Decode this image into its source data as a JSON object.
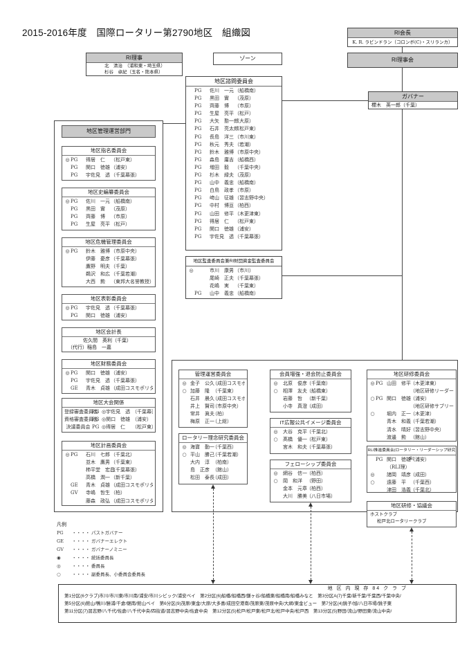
{
  "title": "2015-2016年度　国際ロータリー第2790地区　組織図",
  "ri_president": {
    "header": "RI会長",
    "name": "K. R. ラビンドラン（コロンボ(C)・スリランカ）"
  },
  "ri_board": {
    "label": "RI理事会"
  },
  "ri_director": {
    "header": "RI理事",
    "lines": [
      "北　清治　（浦和東・埼玉県）",
      "杉谷　卓紀（玉名・熊本県）"
    ]
  },
  "zone": {
    "label": "ゾーン"
  },
  "governor": {
    "header": "ガバナー",
    "line": "櫻木　英一郎（千葉）"
  },
  "advisory": {
    "header": "地区諮問委員会",
    "rows": [
      [
        "",
        "PG",
        "佐川　一元",
        "（船橋南）"
      ],
      [
        "",
        "PG",
        "黒田　實",
        "（茂原）"
      ],
      [
        "",
        "PG",
        "齊藤　博",
        "（市原）"
      ],
      [
        "",
        "PG",
        "生屋　亮平",
        "（松戸）"
      ],
      [
        "",
        "PG",
        "大矢　懃一郎",
        "（大原）"
      ],
      [
        "",
        "PG",
        "石井　亮太郎",
        "（松戸東）"
      ],
      [
        "",
        "PG",
        "長島　洋三",
        "（市川東）"
      ],
      [
        "",
        "PG",
        "秋元　秀夫",
        "（若潮）"
      ],
      [
        "",
        "PG",
        "鈴木　雅博",
        "（市原中央）"
      ],
      [
        "",
        "PG",
        "森島　庸吉",
        "（船橋西）"
      ],
      [
        "",
        "PG",
        "増田　毅",
        "（千葉中央）"
      ],
      [
        "",
        "PG",
        "杉木　緑夫",
        "（茂原）"
      ],
      [
        "",
        "PG",
        "山中　義忠",
        "（船橋南）"
      ],
      [
        "",
        "PG",
        "白鳥　政孝",
        "（市原）"
      ],
      [
        "",
        "PG",
        "﨑山　征雄",
        "（習志野中央）"
      ],
      [
        "",
        "PG",
        "中村　博亘",
        "（柏西）"
      ],
      [
        "",
        "PG",
        "山田　修平",
        "（木更津東）"
      ],
      [
        "",
        "PG",
        "得居　仁",
        "（松戸東）"
      ],
      [
        "",
        "PG",
        "関口　徳雄",
        "（浦安）"
      ],
      [
        "",
        "PG",
        "宇佐見　透",
        "（千葉幕張）"
      ]
    ]
  },
  "audit": {
    "header": "地区監査委員会兼RI財団資金監査委員会",
    "rows": [
      [
        "◎",
        "",
        "市川　康男",
        "（市川）"
      ],
      [
        "",
        "",
        "尾崎　正夫",
        "（千葉幕張）"
      ],
      [
        "",
        "",
        "花嶋　実",
        "（千葉東）"
      ],
      [
        "",
        "PG",
        "山中　義忠",
        "（船橋南）"
      ]
    ]
  },
  "mgmt": {
    "header": "地区管理運営部門",
    "nomination": {
      "header": "地区指名委員会",
      "rows": [
        [
          "◎",
          "PG",
          "得居　仁",
          "（松戸東）"
        ],
        [
          "",
          "PG",
          "関口　徳雄",
          "（浦安）"
        ],
        [
          "",
          "PG",
          "宇佐見　透",
          "（千葉幕張）"
        ]
      ]
    },
    "history": {
      "header": "地区史編纂委員会",
      "rows": [
        [
          "◎",
          "PG",
          "佐川　一元",
          "（船橋南）"
        ],
        [
          "",
          "PG",
          "黒田　實",
          "（茂原）"
        ],
        [
          "",
          "PG",
          "齊藤　博",
          "（市原）"
        ],
        [
          "",
          "PG",
          "生屋　亮平",
          "（松戸）"
        ]
      ]
    },
    "crisis": {
      "header": "地区危機管理委員会",
      "rows": [
        [
          "◎",
          "PG",
          "鈴木　雅博",
          "（市原中央）"
        ],
        [
          "",
          "",
          "伊藤　憂彦",
          "（千葉幕張）"
        ],
        [
          "",
          "",
          "鷹野　明夫",
          "（千葉）"
        ],
        [
          "",
          "",
          "鵜沢　和広",
          "（千葉若潮）"
        ],
        [
          "",
          "",
          "大西　勲",
          "（東邦大名誉教授）"
        ]
      ]
    },
    "commend": {
      "header": "地区表彰委員会",
      "rows": [
        [
          "◎",
          "PG",
          "宇佐見　透",
          "（千葉幕張）"
        ],
        [
          "",
          "PG",
          "関口　徳雄",
          "（浦安）"
        ]
      ]
    },
    "accountant": {
      "header": "地区会計長",
      "lines": [
        "佐久間　英利（千葉）",
        "（代行）稲島　一嘉"
      ]
    },
    "finance": {
      "header": "地区財務委員会",
      "rows": [
        [
          "◎",
          "PG",
          "関口　徳雄",
          "（浦安）"
        ],
        [
          "",
          "PG",
          "宇佐見　透",
          "（千葉幕張）"
        ],
        [
          "",
          "GE",
          "青木　貞雄",
          "（成田コスモポリタン）"
        ]
      ]
    },
    "conference": {
      "header": "地区大会関係",
      "rows": [
        [
          "登録審査委員会",
          "PG",
          "◎宇佐見　透",
          "（千葉幕張）"
        ],
        [
          "資格審査委員会",
          "PG",
          "◎関口　徳雄",
          "（浦安）"
        ],
        [
          "決議委員会",
          "PG",
          "◎得居　仁",
          "（松戸東）"
        ]
      ]
    },
    "planning": {
      "header": "地区計画委員会",
      "rows": [
        [
          "◎",
          "PG",
          "石川　七郎",
          "（千葉北）"
        ],
        [
          "",
          "",
          "並木　鷹男",
          "（千葉東）"
        ],
        [
          "",
          "",
          "柿平堂　宏昌",
          "（千葉幕張）"
        ],
        [
          "",
          "",
          "高橋　潤一",
          "（新千葉）"
        ],
        [
          "",
          "GE",
          "青木　貞雄",
          "（成田コスモポリタン）"
        ],
        [
          "",
          "GV",
          "寺嶋　哲生",
          "（柏）"
        ],
        [
          "",
          "",
          "藤森　政弘",
          "（成田コスモポリタン）"
        ]
      ]
    }
  },
  "legend": {
    "title": "凡例",
    "rows": [
      [
        "PG",
        "・・・・",
        "パストガバナー"
      ],
      [
        "GE",
        "・・・・",
        "ガバナーエレクト"
      ],
      [
        "GV",
        "・・・・",
        "ガバナーノミニー"
      ],
      [
        "◉",
        "・・・・",
        "統括委員長"
      ],
      [
        "◎",
        "・・・・",
        "委員長"
      ],
      [
        "○",
        "・・・・",
        "副委員長、小委員会委員長"
      ]
    ]
  },
  "admin_comm": {
    "header": "管理運営委員会",
    "rows": [
      [
        "◎",
        "",
        "金子　公久",
        "（成田コスモポリタン）"
      ],
      [
        "○",
        "",
        "加藤　隆",
        "（千葉東）"
      ],
      [
        "",
        "",
        "石井　晨久",
        "（成田コスモポリタン）"
      ],
      [
        "",
        "",
        "井上　賢司",
        "（市原中央）"
      ],
      [
        "",
        "",
        "常井　眞夫",
        "（柏）"
      ],
      [
        "",
        "",
        "梅原　正一",
        "（上総）"
      ]
    ]
  },
  "philosophy": {
    "header": "ロータリー理念研究委員会",
    "rows": [
      [
        "◎",
        "",
        "海寶　勤一",
        "（千葉西）"
      ],
      [
        "○",
        "",
        "平山　勝己",
        "（千葉若潮）"
      ],
      [
        "",
        "",
        "大内　淳",
        "（柏南）"
      ],
      [
        "",
        "",
        "島　正彦",
        "（館山）"
      ],
      [
        "",
        "",
        "松田　泰長",
        "（成田）"
      ]
    ]
  },
  "membership": {
    "header": "会員増強・退会防止委員会",
    "rows": [
      [
        "◎",
        "",
        "北原　俊彦",
        "（千葉南）"
      ],
      [
        "○",
        "",
        "相澤　友夫",
        "（船橋東）"
      ],
      [
        "",
        "",
        "岩藤　哲",
        "（新千葉）"
      ],
      [
        "",
        "",
        "小寺　真澄",
        "（成田）"
      ]
    ]
  },
  "it_pr": {
    "header": "IT広報公共イメージ委員会",
    "rows": [
      [
        "◎",
        "",
        "大谷　克平",
        "（千葉北）"
      ],
      [
        "○",
        "",
        "髙橋　優一",
        "（松戸東）"
      ],
      [
        "",
        "",
        "宮木　和夫",
        "（千葉幕張）"
      ]
    ]
  },
  "fellowship": {
    "header": "フェローシップ委員会",
    "rows": [
      [
        "◎",
        "",
        "網谷　信一",
        "（柏西）"
      ],
      [
        "○",
        "",
        "岡　和洋",
        "（野田）"
      ],
      [
        "",
        "",
        "金本　元章",
        "（柏西）"
      ],
      [
        "",
        "",
        "大川　勝美",
        "（八日市場）"
      ]
    ]
  },
  "training": {
    "header": "地区研修委員会",
    "rows": [
      [
        "◎",
        "PG",
        "山田　修平",
        "（木更津東）"
      ],
      [
        "",
        "",
        "",
        "（地区研修リーダー兼任）"
      ],
      [
        "○",
        "PG",
        "関口　徳雄",
        "（浦安）"
      ],
      [
        "",
        "",
        "",
        "（地区研修サブリーダー兼任）"
      ],
      [
        "○",
        "",
        "堀内　正一",
        "（木更津）"
      ],
      [
        "",
        "",
        "青木　和義",
        "（千葉若潮）"
      ],
      [
        "",
        "",
        "清水　晴好",
        "（習志野中央）"
      ],
      [
        "",
        "",
        "渡邊　勲",
        "（館山）"
      ]
    ]
  },
  "leadership": {
    "header": "RLI推進委員会(ロータリー・リーダーシップ研究会)",
    "rows": [
      [
        "",
        "PG",
        "関口　徳雄",
        "（浦安）"
      ],
      [
        "",
        "",
        "（RLI理）",
        ""
      ],
      [
        "◎",
        "",
        "諸岡　靖彦",
        "（成田）"
      ],
      [
        "○",
        "",
        "遠藤　平",
        "（千葉西）"
      ],
      [
        "",
        "",
        "津田　浩義",
        "（千葉北）"
      ]
    ]
  },
  "training_council": {
    "header": "地区研修・協議会",
    "lines": [
      "ホストクラブ",
      "松戸北ロータリークラブ"
    ]
  },
  "clubs": {
    "header": "地 区 内 現 存 84 ク ラ ブ",
    "lines": [
      "第1分区(6クラブ)市川/市川東/市川南/浦安/市川シビック/浦安ベイ　第2分区(6)船橋/船橋西/鎌ヶ谷/船橋東/船橋南/船橋みなと　第3分区A(7)千葉/新千葉/千葉西/千葉中央/",
      "第5分区(6)館山/鴨川/勝浦/千倉/鋸南/館山ベイ　第6分区(9)茂原/東金/大原/大多喜/成田空港南/茂原東/茂原中央/大網/東金ビュー　第7分区(4)銚子/旭/八日市場/銚子東",
      "第11分区(7)習志野/八千代/佐倉/八千代中央/四街道/習志野中央/佐倉中央　第12分区(5)松戸/松戸東/松戸北/松戸中央/松戸西　第13分区(5)野田/流山/野田東/流山中央/"
    ]
  }
}
